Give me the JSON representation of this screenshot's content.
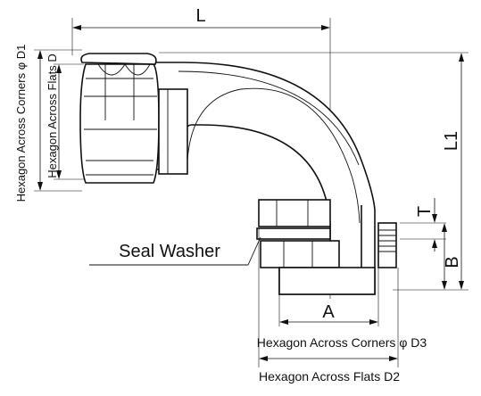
{
  "labels": {
    "L": "L",
    "L1": "L1",
    "T": "T",
    "B": "B",
    "A": "A",
    "hex_corners_d1": "Hexagon Across Corners φ D1",
    "hex_flats_d": "Hexagon Across Flats D",
    "seal_washer": "Seal Washer",
    "hex_corners_d3": "Hexagon Across Corners φ D3",
    "hex_flats_d2": "Hexagon Across Flats D2"
  },
  "colors": {
    "line": "#111111",
    "background": "#ffffff"
  }
}
